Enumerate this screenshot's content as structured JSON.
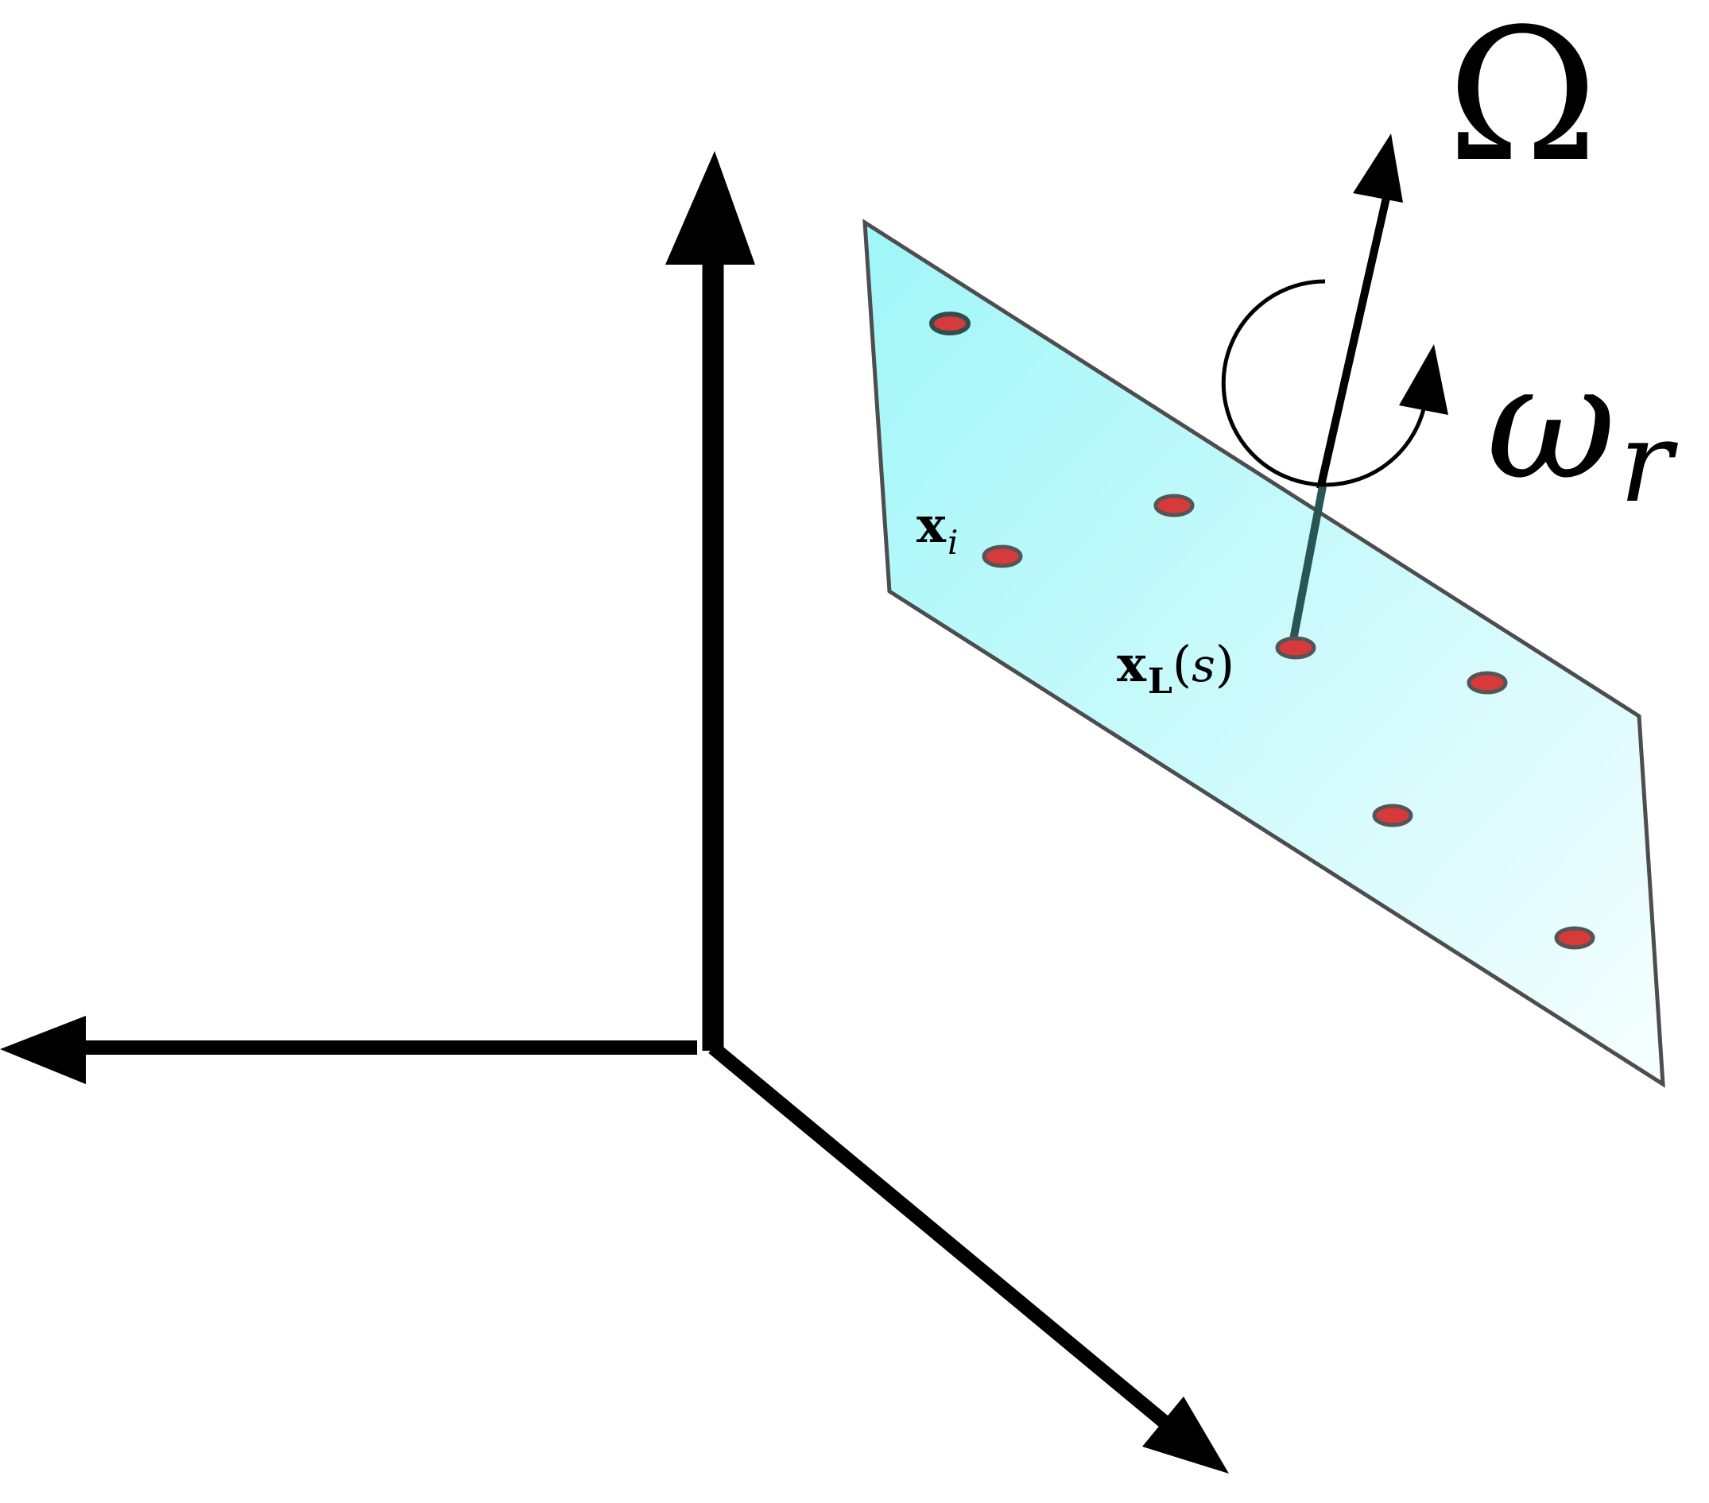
{
  "colors": {
    "background": "#ffffff",
    "axis": "#000000",
    "plane_fill_start": "#9ff6f8",
    "plane_fill_end": "#f6feff",
    "plane_border": "#4d4d4d",
    "point_fill": "#d63a3a",
    "point_stroke": "#555555"
  },
  "labels": {
    "omega_big": "Ω",
    "omega_r_symbol": "ω",
    "omega_r_subscript": "r",
    "xi_base": "x",
    "xi_subscript": "i",
    "xl_base": "x",
    "xl_subscript": "L",
    "xl_open": "(",
    "xl_arg": "s",
    "xl_close": ")"
  },
  "icons": {
    "axis_arrowheads": "triangle-arrowhead",
    "rotation_indicator": "circular-arrow-icon"
  }
}
